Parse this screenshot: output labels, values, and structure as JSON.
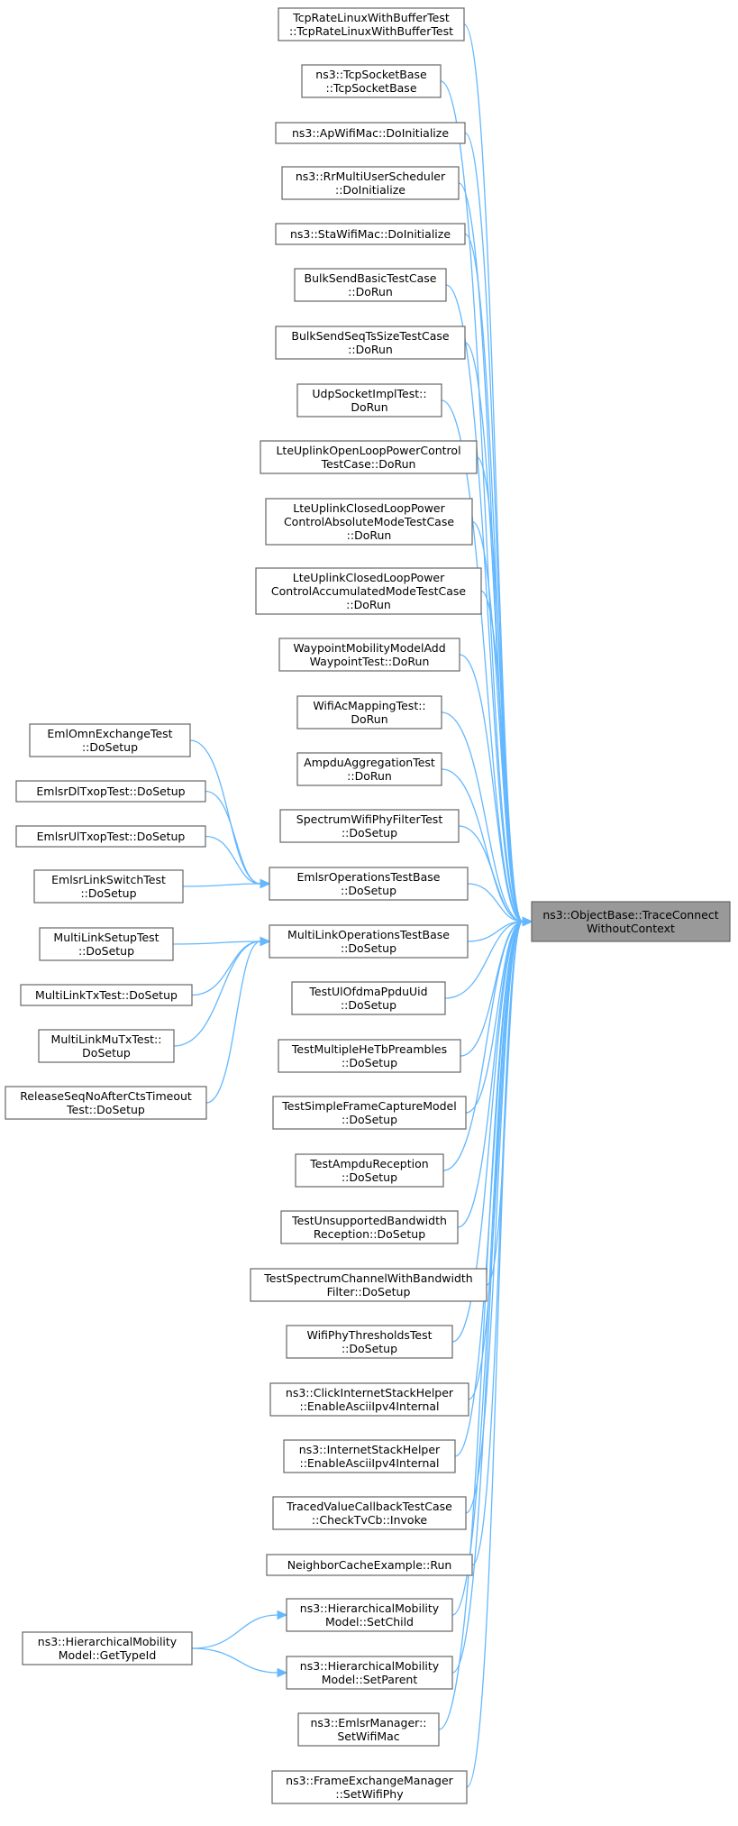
{
  "target": {
    "id": "target",
    "lines": [
      "ns3::ObjectBase::TraceConnect",
      "WithoutContext"
    ]
  },
  "callers": [
    {
      "id": "n1",
      "lines": [
        "TcpRateLinuxWithBufferTest",
        "::TcpRateLinuxWithBufferTest"
      ]
    },
    {
      "id": "n2",
      "lines": [
        "ns3::TcpSocketBase",
        "::TcpSocketBase"
      ]
    },
    {
      "id": "n3",
      "lines": [
        "ns3::ApWifiMac::DoInitialize"
      ]
    },
    {
      "id": "n4",
      "lines": [
        "ns3::RrMultiUserScheduler",
        "::DoInitialize"
      ]
    },
    {
      "id": "n5",
      "lines": [
        "ns3::StaWifiMac::DoInitialize"
      ]
    },
    {
      "id": "n6",
      "lines": [
        "BulkSendBasicTestCase",
        "::DoRun"
      ]
    },
    {
      "id": "n7",
      "lines": [
        "BulkSendSeqTsSizeTestCase",
        "::DoRun"
      ]
    },
    {
      "id": "n8",
      "lines": [
        "UdpSocketImplTest::",
        "DoRun"
      ]
    },
    {
      "id": "n9",
      "lines": [
        "LteUplinkOpenLoopPowerControl",
        "TestCase::DoRun"
      ]
    },
    {
      "id": "n10",
      "lines": [
        "LteUplinkClosedLoopPower",
        "ControlAbsoluteModeTestCase",
        "::DoRun"
      ]
    },
    {
      "id": "n11",
      "lines": [
        "LteUplinkClosedLoopPower",
        "ControlAccumulatedModeTestCase",
        "::DoRun"
      ]
    },
    {
      "id": "n12",
      "lines": [
        "WaypointMobilityModelAdd",
        "WaypointTest::DoRun"
      ]
    },
    {
      "id": "n13",
      "lines": [
        "WifiAcMappingTest::",
        "DoRun"
      ]
    },
    {
      "id": "n14",
      "lines": [
        "AmpduAggregationTest",
        "::DoRun"
      ]
    },
    {
      "id": "n15",
      "lines": [
        "SpectrumWifiPhyFilterTest",
        "::DoSetup"
      ]
    },
    {
      "id": "n16",
      "lines": [
        "EmlsrOperationsTestBase",
        "::DoSetup"
      ]
    },
    {
      "id": "n17",
      "lines": [
        "MultiLinkOperationsTestBase",
        "::DoSetup"
      ]
    },
    {
      "id": "n18",
      "lines": [
        "TestUlOfdmaPpduUid",
        "::DoSetup"
      ]
    },
    {
      "id": "n19",
      "lines": [
        "TestMultipleHeTbPreambles",
        "::DoSetup"
      ]
    },
    {
      "id": "n20",
      "lines": [
        "TestSimpleFrameCaptureModel",
        "::DoSetup"
      ]
    },
    {
      "id": "n21",
      "lines": [
        "TestAmpduReception",
        "::DoSetup"
      ]
    },
    {
      "id": "n22",
      "lines": [
        "TestUnsupportedBandwidth",
        "Reception::DoSetup"
      ]
    },
    {
      "id": "n23",
      "lines": [
        "TestSpectrumChannelWithBandwidth",
        "Filter::DoSetup"
      ]
    },
    {
      "id": "n24",
      "lines": [
        "WifiPhyThresholdsTest",
        "::DoSetup"
      ]
    },
    {
      "id": "n25",
      "lines": [
        "ns3::ClickInternetStackHelper",
        "::EnableAsciiIpv4Internal"
      ]
    },
    {
      "id": "n26",
      "lines": [
        "ns3::InternetStackHelper",
        "::EnableAsciiIpv4Internal"
      ]
    },
    {
      "id": "n27",
      "lines": [
        "TracedValueCallbackTestCase",
        "::CheckTvCb::Invoke"
      ]
    },
    {
      "id": "n28",
      "lines": [
        "NeighborCacheExample::Run"
      ]
    },
    {
      "id": "n29",
      "lines": [
        "ns3::HierarchicalMobility",
        "Model::SetChild"
      ]
    },
    {
      "id": "n30",
      "lines": [
        "ns3::HierarchicalMobility",
        "Model::SetParent"
      ]
    },
    {
      "id": "n31",
      "lines": [
        "ns3::EmlsrManager::",
        "SetWifiMac"
      ]
    },
    {
      "id": "n32",
      "lines": [
        "ns3::FrameExchangeManager",
        "::SetWifiPhy"
      ]
    }
  ],
  "second_level": [
    {
      "id": "e1",
      "lines": [
        "EmlOmnExchangeTest",
        "::DoSetup"
      ],
      "calls": "n16"
    },
    {
      "id": "e2",
      "lines": [
        "EmlsrDlTxopTest::DoSetup"
      ],
      "calls": "n16"
    },
    {
      "id": "e3",
      "lines": [
        "EmlsrUlTxopTest::DoSetup"
      ],
      "calls": "n16"
    },
    {
      "id": "e4",
      "lines": [
        "EmlsrLinkSwitchTest",
        "::DoSetup"
      ],
      "calls": "n16"
    },
    {
      "id": "m1",
      "lines": [
        "MultiLinkSetupTest",
        "::DoSetup"
      ],
      "calls": "n17"
    },
    {
      "id": "m2",
      "lines": [
        "MultiLinkTxTest::DoSetup"
      ],
      "calls": "n17"
    },
    {
      "id": "m3",
      "lines": [
        "MultiLinkMuTxTest::",
        "DoSetup"
      ],
      "calls": "n17"
    },
    {
      "id": "m4",
      "lines": [
        "ReleaseSeqNoAfterCtsTimeout",
        "Test::DoSetup"
      ],
      "calls": "n17"
    },
    {
      "id": "h1",
      "lines": [
        "ns3::HierarchicalMobility",
        "Model::GetTypeId"
      ],
      "calls": [
        "n29",
        "n30"
      ]
    }
  ]
}
